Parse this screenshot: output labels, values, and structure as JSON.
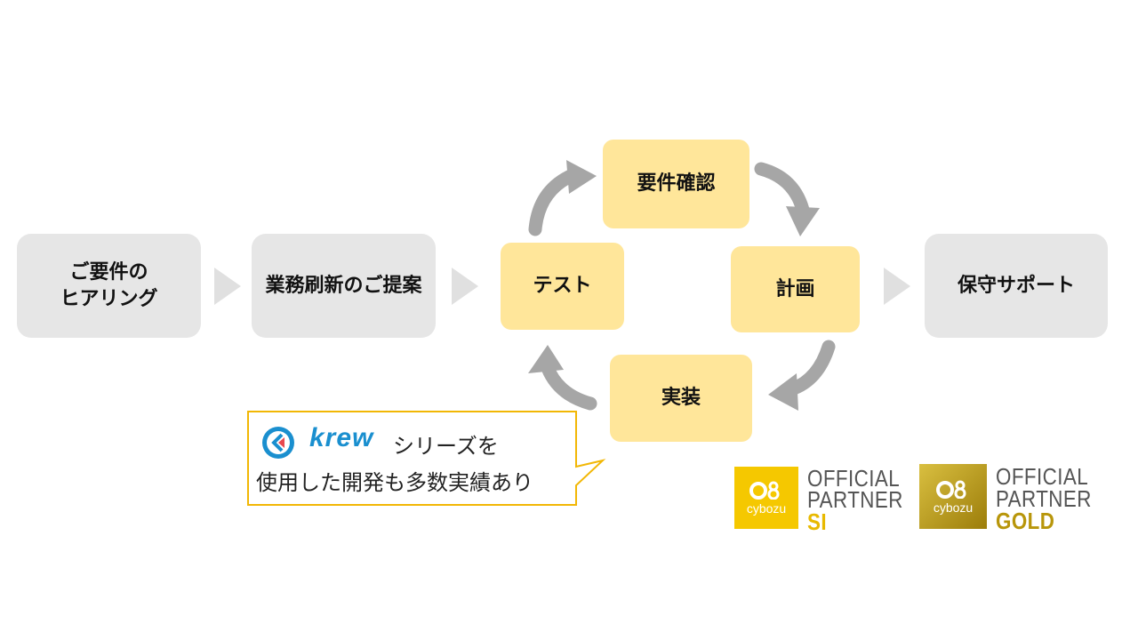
{
  "flow": {
    "step_hearing": "ご要件の\nヒアリング",
    "step_proposal": "業務刷新のご提案",
    "cycle": {
      "requirements": "要件確認",
      "plan": "計画",
      "implement": "実装",
      "test": "テスト"
    },
    "step_support": "保守サポート"
  },
  "callout": {
    "brand": "krew",
    "line1_suffix": "シリーズを",
    "line2": "使用した開発も多数実績あり"
  },
  "badges": [
    {
      "logo_text": "cybozu",
      "line1": "OFFICIAL",
      "line2": "PARTNER",
      "tier": "SI"
    },
    {
      "logo_text": "cybozu",
      "line1": "OFFICIAL",
      "line2": "PARTNER",
      "tier": "GOLD"
    }
  ],
  "colors": {
    "gray_box": "#e6e6e6",
    "yellow_box": "#ffe69a",
    "arrow": "#a6a6a6",
    "callout_border": "#f2b705",
    "krew_blue": "#1a8fcf",
    "si_yellow": "#f5c800",
    "gold": "#b8960b"
  }
}
